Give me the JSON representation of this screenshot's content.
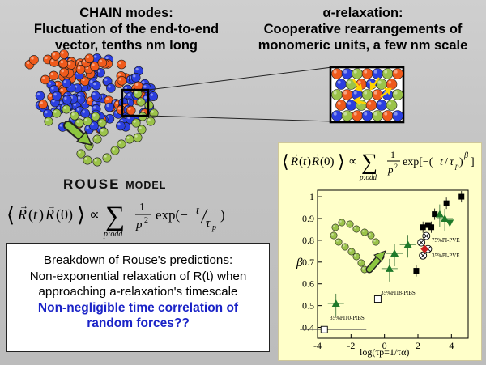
{
  "left_title": {
    "line1": "CHAIN modes:",
    "line2": "Fluctuation of the end-to-end",
    "line3": "vector, tenths nm long"
  },
  "right_title": {
    "line1": "α-relaxation:",
    "line2": "Cooperative rearrangements of",
    "line3": "monomeric units, a few nm scale"
  },
  "rouse": {
    "label_big": "ROUSE",
    "label_small": "MODEL"
  },
  "box": {
    "line1": "Breakdown of Rouse's predictions:",
    "line2": "Non-exponential relaxation of R(t) when",
    "line3": "approaching a-relaxation's timescale",
    "line4": "Non-negligible time correlation of",
    "line5": "random forces??"
  },
  "colors": {
    "blue_bead": "#2b3fe0",
    "orange_bead": "#ef5a1c",
    "green_bead": "#9bc34a",
    "panel_bg": "#ffffc9",
    "highlight_text": "#1a23c7"
  },
  "chart_data": {
    "type": "scatter",
    "title": "",
    "xlabel": "log(τp=1/τα)",
    "ylabel": "β",
    "xlim": [
      -4,
      5
    ],
    "ylim": [
      0.35,
      1.03
    ],
    "xticks": [
      -4,
      -2,
      0,
      2,
      4
    ],
    "yticks": [
      0.4,
      0.5,
      0.6,
      0.7,
      0.8,
      0.9,
      1
    ],
    "series": [
      {
        "name": "35%PI10-PtBS",
        "marker": "open-square",
        "points": [
          [
            -3.6,
            0.39
          ]
        ]
      },
      {
        "name": "35%PI18-PtBS",
        "marker": "open-square",
        "points": [
          [
            -0.4,
            0.53
          ]
        ]
      },
      {
        "name": "75%PI-PVE",
        "marker": "crossed-circle",
        "points": [
          [
            2.2,
            0.79
          ],
          [
            2.5,
            0.82
          ]
        ]
      },
      {
        "name": "35%PI-PVE",
        "marker": "crossed-circle",
        "points": [
          [
            2.3,
            0.73
          ],
          [
            2.6,
            0.76
          ]
        ]
      },
      {
        "name": "",
        "marker": "filled-square",
        "points": [
          [
            2.8,
            0.86
          ],
          [
            3.0,
            0.92
          ],
          [
            3.7,
            0.97
          ],
          [
            4.6,
            1.0
          ],
          [
            1.9,
            0.66
          ],
          [
            2.3,
            0.86
          ],
          [
            2.6,
            0.87
          ]
        ]
      },
      {
        "name": "",
        "marker": "green-triangle",
        "points": [
          [
            -2.9,
            0.51
          ],
          [
            0.3,
            0.67
          ],
          [
            0.6,
            0.74
          ],
          [
            1.4,
            0.78
          ],
          [
            3.3,
            0.92
          ],
          [
            3.6,
            0.9
          ]
        ]
      },
      {
        "name": "",
        "marker": "red-diamond",
        "points": [
          [
            2.4,
            0.76
          ]
        ]
      },
      {
        "name": "",
        "marker": "green-down-triangle",
        "points": [
          [
            3.9,
            0.88
          ]
        ]
      }
    ]
  }
}
